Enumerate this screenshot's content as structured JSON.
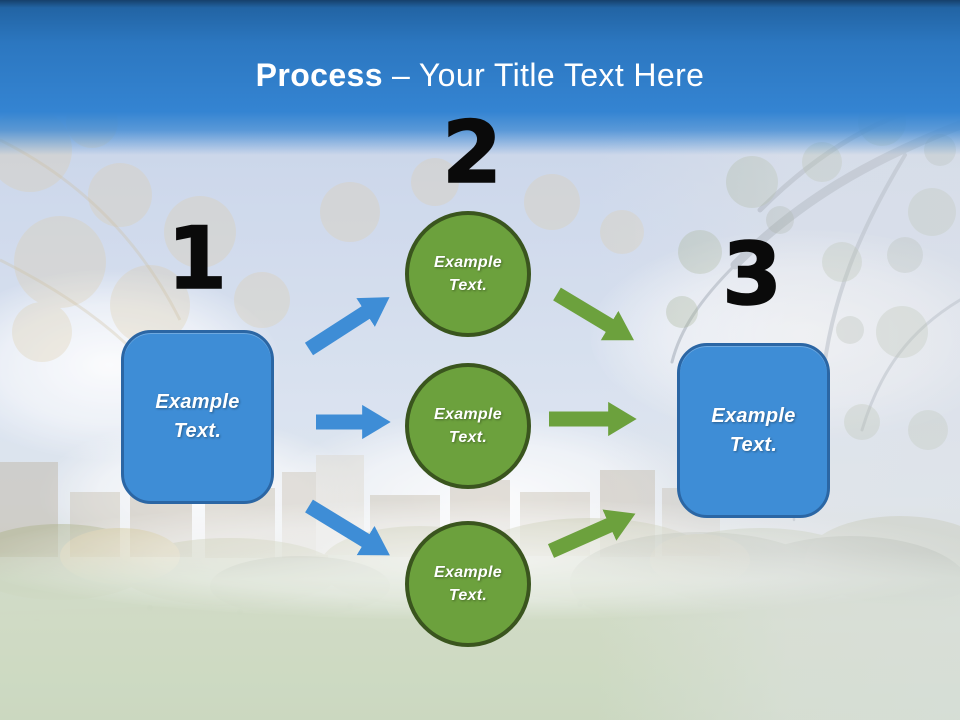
{
  "title": {
    "emphasis": "Process",
    "rest": "– Your Title Text Here"
  },
  "steps": [
    {
      "number": "1"
    },
    {
      "number": "2"
    },
    {
      "number": "3"
    }
  ],
  "boxes": {
    "start": "Example Text.",
    "end": "Example Text."
  },
  "circle_labels": [
    "Example Text.",
    "Example Text.",
    "Example Text."
  ],
  "colors": {
    "banner_blue_top": "#16406b",
    "banner_blue": "#3484d2",
    "box_blue_fill": "#3e8dd6",
    "box_blue_border": "#2b66a4",
    "circle_green_fill": "#6ca13d",
    "circle_green_border": "#3a551e",
    "arrow_blue": "#3e8dd6",
    "arrow_green": "#6ca13d",
    "number_black": "#0a0a0a",
    "title_white": "#ffffff"
  }
}
